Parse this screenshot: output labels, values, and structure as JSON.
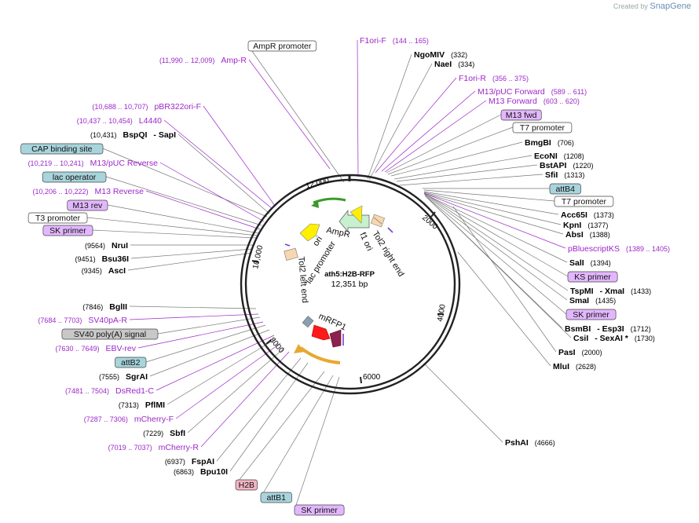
{
  "credit": {
    "prefix": "Created by",
    "brand": "SnapGene"
  },
  "plasmid": {
    "name": "ath5:H2B-RFP",
    "size": "12,351 bp"
  },
  "ticks": [
    "2000",
    "4000",
    "6000",
    "8000",
    "10,000",
    "12,000"
  ],
  "features": [
    "AmpR",
    "ori",
    "lac promoter",
    "Tol2 left end",
    "Tol2 right end",
    "f1 ori",
    "mRFP1"
  ],
  "labels": [
    {
      "text": "AmpR promoter",
      "box": "white",
      "kind": "feature"
    },
    {
      "coords": "(11,990 .. 12,009)",
      "text": "Amp-R",
      "kind": "primer"
    },
    {
      "text": "F1ori-F",
      "coords": "(144 .. 165)",
      "kind": "primer"
    },
    {
      "text": "NgoMIV",
      "coords": "(332)",
      "kind": "enzyme"
    },
    {
      "text": "NaeI",
      "coords": "(334)",
      "kind": "enzyme"
    },
    {
      "text": "F1ori-R",
      "coords": "(356 .. 375)",
      "kind": "primer"
    },
    {
      "text": "M13/pUC Forward",
      "coords": "(589 .. 611)",
      "kind": "primer"
    },
    {
      "text": "M13 Forward",
      "coords": "(603 .. 620)",
      "kind": "primer"
    },
    {
      "text": "M13 fwd",
      "box": "violet",
      "kind": "feature"
    },
    {
      "text": "T7 promoter",
      "box": "white",
      "kind": "feature"
    },
    {
      "text": "BmgBI",
      "coords": "(706)",
      "kind": "enzyme"
    },
    {
      "coords": "(10,688 .. 10,707)",
      "text": "pBR322ori-F",
      "kind": "primer"
    },
    {
      "coords": "(10,437 .. 10,454)",
      "text": "L4440",
      "kind": "primer"
    },
    {
      "coords": "(10,431)",
      "text": "BspQI",
      "extra": "- SapI",
      "kind": "enzyme"
    },
    {
      "text": "CAP binding site",
      "box": "teal",
      "kind": "feature"
    },
    {
      "text": "EcoNI",
      "coords": "(1208)",
      "kind": "enzyme"
    },
    {
      "text": "BstAPI",
      "coords": "(1220)",
      "kind": "enzyme"
    },
    {
      "coords": "(10,219 .. 10,241)",
      "text": "M13/pUC Reverse",
      "kind": "primer"
    },
    {
      "text": "SfiI",
      "coords": "(1313)",
      "kind": "enzyme"
    },
    {
      "text": "lac operator",
      "box": "teal",
      "kind": "feature"
    },
    {
      "text": "attB4",
      "box": "teal",
      "kind": "feature"
    },
    {
      "coords": "(10,206 .. 10,222)",
      "text": "M13 Reverse",
      "kind": "primer"
    },
    {
      "text": "T7 promoter",
      "box": "white",
      "kind": "feature"
    },
    {
      "text": "M13 rev",
      "box": "violet",
      "kind": "feature"
    },
    {
      "text": "Acc65I",
      "coords": "(1373)",
      "kind": "enzyme"
    },
    {
      "text": "T3 promoter",
      "box": "white",
      "kind": "feature"
    },
    {
      "text": "KpnI",
      "coords": "(1377)",
      "kind": "enzyme"
    },
    {
      "text": "SK primer",
      "box": "violet",
      "kind": "feature"
    },
    {
      "text": "AbsI",
      "coords": "(1388)",
      "kind": "enzyme"
    },
    {
      "coords": "(9564)",
      "text": "NruI",
      "kind": "enzyme"
    },
    {
      "text": "pBluescriptKS",
      "coords": "(1389 .. 1405)",
      "kind": "primer"
    },
    {
      "coords": "(9451)",
      "text": "Bsu36I",
      "kind": "enzyme"
    },
    {
      "text": "SalI",
      "coords": "(1394)",
      "kind": "enzyme"
    },
    {
      "coords": "(9345)",
      "text": "AscI",
      "kind": "enzyme"
    },
    {
      "text": "KS primer",
      "box": "violet",
      "kind": "feature"
    },
    {
      "text": "TspMI",
      "extra": "- XmaI",
      "coords": "(1433)",
      "kind": "enzyme"
    },
    {
      "text": "SmaI",
      "coords": "(1435)",
      "kind": "enzyme"
    },
    {
      "coords": "(7846)",
      "text": "BglII",
      "kind": "enzyme"
    },
    {
      "text": "SK primer",
      "box": "violet",
      "kind": "feature"
    },
    {
      "coords": "(7684 .. 7703)",
      "text": "SV40pA-R",
      "kind": "primer"
    },
    {
      "text": "BsmBI",
      "extra": "- Esp3I",
      "coords": "(1712)",
      "kind": "enzyme"
    },
    {
      "text": "SV40 poly(A) signal",
      "box": "gray",
      "kind": "feature"
    },
    {
      "text": "CsiI",
      "extra": "- SexAI *",
      "coords": "(1730)",
      "kind": "enzyme"
    },
    {
      "coords": "(7630 .. 7649)",
      "text": "EBV-rev",
      "kind": "primer"
    },
    {
      "text": "PasI",
      "coords": "(2000)",
      "kind": "enzyme"
    },
    {
      "text": "attB2",
      "box": "teal",
      "kind": "feature"
    },
    {
      "text": "MluI",
      "coords": "(2628)",
      "kind": "enzyme"
    },
    {
      "coords": "(7555)",
      "text": "SgrAI",
      "kind": "enzyme"
    },
    {
      "coords": "(7481 .. 7504)",
      "text": "DsRed1-C",
      "kind": "primer"
    },
    {
      "coords": "(7313)",
      "text": "PflMI",
      "kind": "enzyme"
    },
    {
      "coords": "(7287 .. 7306)",
      "text": "mCherry-F",
      "kind": "primer"
    },
    {
      "coords": "(7229)",
      "text": "SbfI",
      "kind": "enzyme"
    },
    {
      "text": "PshAI",
      "coords": "(4666)",
      "kind": "enzyme"
    },
    {
      "coords": "(7019 .. 7037)",
      "text": "mCherry-R",
      "kind": "primer"
    },
    {
      "coords": "(6937)",
      "text": "FspAI",
      "kind": "enzyme"
    },
    {
      "coords": "(6863)",
      "text": "Bpu10I",
      "kind": "enzyme"
    },
    {
      "text": "H2B",
      "box": "pink",
      "kind": "feature"
    },
    {
      "text": "attB1",
      "box": "teal",
      "kind": "feature"
    },
    {
      "text": "SK primer",
      "box": "violet",
      "kind": "feature"
    }
  ]
}
